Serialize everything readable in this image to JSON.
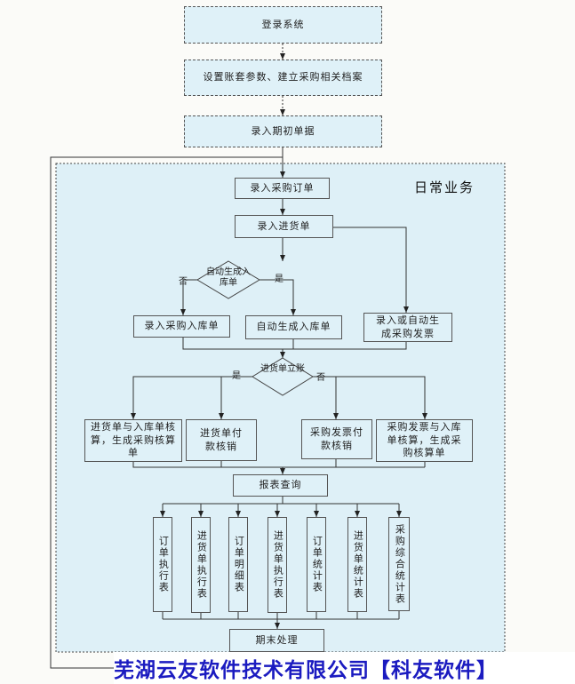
{
  "area_title": "日常业务",
  "steps": {
    "login": "登录系统",
    "setup": "设置账套参数、建立采购相关档案",
    "initial": "录入期初单据",
    "order": "录入采购订单",
    "receipt": "录入进货单",
    "manual_stockin": "录入采购入库单",
    "auto_stockin": "自动生成入库单",
    "invoice": "录入或自动生成采购发票",
    "verify_receipt_stockin": "进货单与入库单核算，生成采购核算单",
    "receipt_payment": "进货单付款核销",
    "invoice_payment": "采购发票付款核销",
    "verify_invoice_stockin": "采购发票与入库单核算，生成采购核算单",
    "report_query": "报表查询",
    "period_end": "期末处理"
  },
  "decisions": {
    "auto_stockin": "自动生成入库单",
    "receipt_posting": "进货单立账"
  },
  "branch_labels": {
    "no1": "否",
    "yes1": "是",
    "yes2": "是",
    "no2": "否"
  },
  "reports": [
    "订单执行表",
    "进货单执行表",
    "订单明细表",
    "进货单执行表",
    "订单统计表",
    "进货单统计表",
    "采购综合统计表"
  ],
  "footer": "芜湖云友软件技术有限公司【科友软件】"
}
